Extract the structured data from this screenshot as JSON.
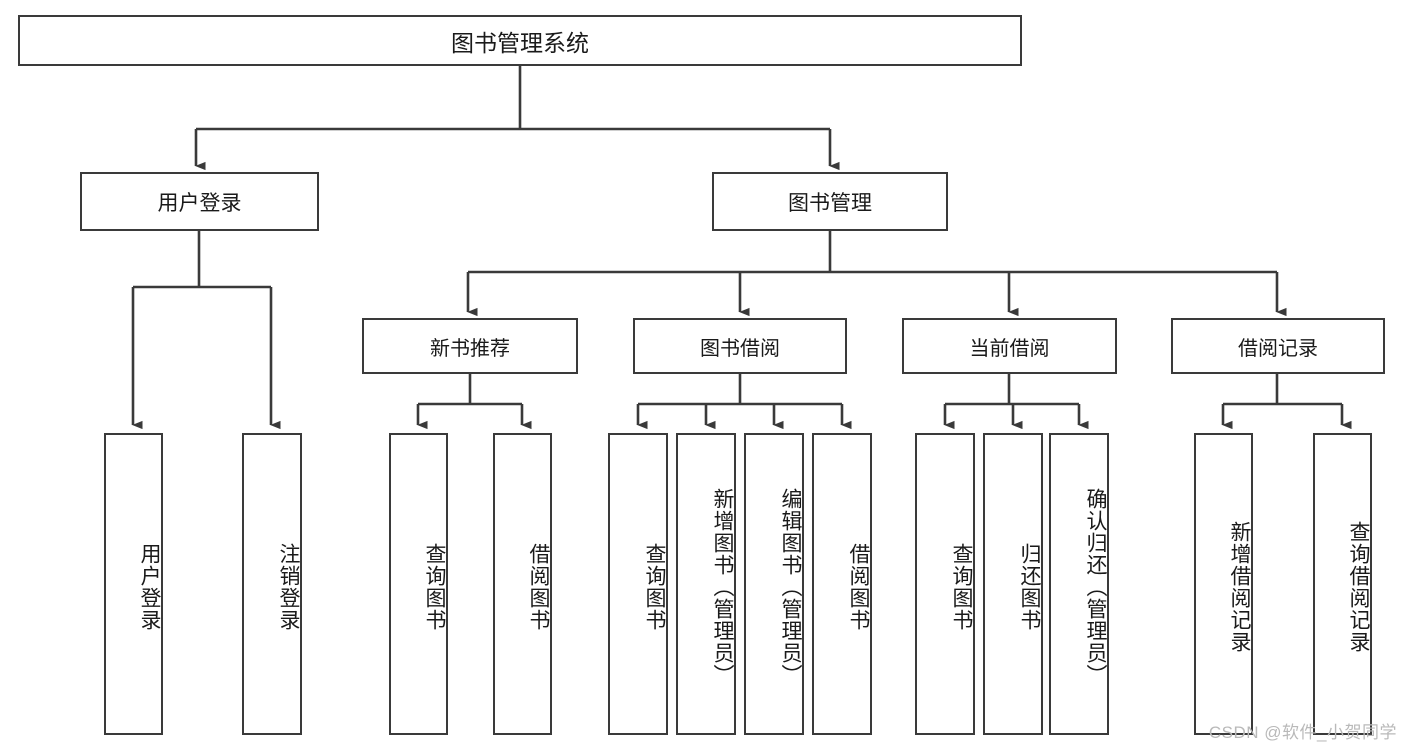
{
  "diagram": {
    "title": "图书管理系统",
    "type": "hierarchy-tree",
    "root": {
      "id": "root",
      "label": "图书管理系统"
    },
    "level1": [
      {
        "id": "user-login",
        "label": "用户登录"
      },
      {
        "id": "book-management",
        "label": "图书管理"
      }
    ],
    "level2": [
      {
        "id": "new-book-recommend",
        "label": "新书推荐",
        "parent": "book-management"
      },
      {
        "id": "book-borrow",
        "label": "图书借阅",
        "parent": "book-management"
      },
      {
        "id": "current-borrow",
        "label": "当前借阅",
        "parent": "book-management"
      },
      {
        "id": "borrow-record",
        "label": "借阅记录",
        "parent": "book-management"
      }
    ],
    "leaves": {
      "user_login": [
        {
          "id": "leaf-user-login",
          "label": "用户登录"
        },
        {
          "id": "leaf-user-logout",
          "label": "注销登录"
        }
      ],
      "new_book_recommend": [
        {
          "id": "leaf-query-book-1",
          "label": "查询图书"
        },
        {
          "id": "leaf-borrow-book-1",
          "label": "借阅图书"
        }
      ],
      "book_borrow": [
        {
          "id": "leaf-query-book-2",
          "label": "查询图书"
        },
        {
          "id": "leaf-add-book",
          "label": "新增图书（管理员）"
        },
        {
          "id": "leaf-edit-book",
          "label": "编辑图书（管理员）"
        },
        {
          "id": "leaf-borrow-book-2",
          "label": "借阅图书"
        }
      ],
      "current_borrow": [
        {
          "id": "leaf-query-book-3",
          "label": "查询图书"
        },
        {
          "id": "leaf-return-book",
          "label": "归还图书"
        },
        {
          "id": "leaf-confirm-return",
          "label": "确认归还（管理员）"
        }
      ],
      "borrow_record": [
        {
          "id": "leaf-add-record",
          "label": "新增借阅记录"
        },
        {
          "id": "leaf-query-record",
          "label": "查询借阅记录"
        }
      ]
    }
  },
  "watermark": {
    "text": "CSDN @软件_小贺同学"
  },
  "colors": {
    "box_border": "#3a3a3a",
    "box_fill": "#ffffff",
    "connector": "#3a3a3a",
    "text": "#1a1a1a",
    "watermark": "#b9b9b9",
    "background": "#ffffff"
  }
}
